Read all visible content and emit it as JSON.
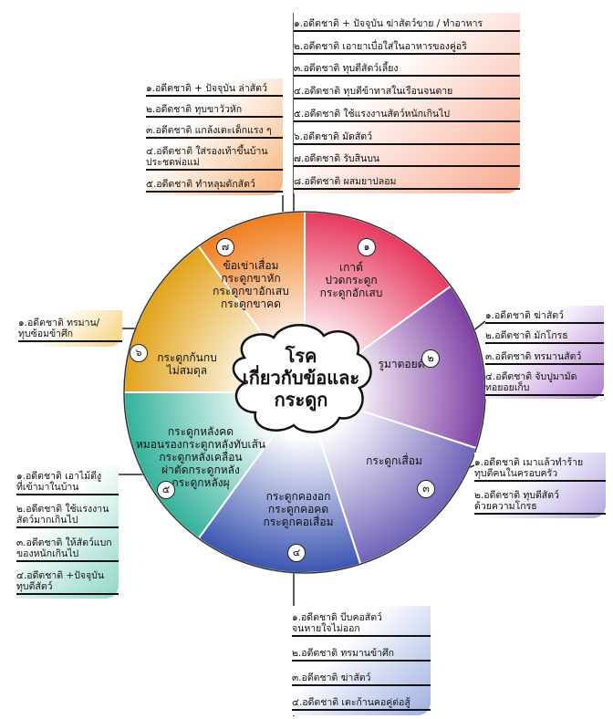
{
  "center_title": "โรค\nเกี่ยวกับข้อและ\nกระดูก",
  "sectors": [
    {
      "num": "๑",
      "text": "เกาต์\nปวดกระดูก\nกระดูกอักเสบ",
      "color": "#e6395e"
    },
    {
      "num": "๒",
      "text": "รูมาตอยด์",
      "color": "#7d3fa3"
    },
    {
      "num": "๓",
      "text": "กระดูกเสื่อม",
      "color": "#6d62b8"
    },
    {
      "num": "๔",
      "text": "กระดูกคองอก\nกระดูกคอคด\nกระดูกคอเสื่อม",
      "color": "#3b55b0"
    },
    {
      "num": "๕",
      "text": "กระดูกหลังคด\nหมอนรองกระดูกหลังทับเส้น\nกระดูกหลังเคลื่อน\nผ่าตัดกระดูกหลัง\nกระดูกหลังผุ",
      "color": "#33b29a"
    },
    {
      "num": "๖",
      "text": "กระดูกก้นกบ\nไม่สมดุล",
      "color": "#e2a21a"
    },
    {
      "num": "๗",
      "text": "ข้อเข่าเสื่อม\nกระดูกขาหัก\nกระดูกขาอักเสบ\nกระดูกขาคด",
      "color": "#ef7d1f"
    }
  ],
  "panels": {
    "p1": {
      "color": "#f7a98f",
      "items": [
        "๑.อดีตชาติ + ปัจจุบัน ฆ่าสัตว์ขาย / ทำอาหาร",
        "๒.อดีตชาติ เอายาเบื่อใส่ในอาหารของคู่อริ",
        "๓.อดีตชาติ ทุบตีสัตว์เลี้ยง",
        "๔.อดีตชาติ ทุบตีข้าทาสในเรือนจนตาย",
        "๕.อดีตชาติ ใช้แรงงานสัตว์หนักเกินไป",
        "๖.อดีตชาติ มัดสัตว์",
        "๗.อดีตชาติ รับสินบน",
        "๘.อดีตชาติ ผสมยาปลอม"
      ]
    },
    "p7": {
      "color": "#f7b27a",
      "items": [
        "๑.อดีตชาติ + ปัจจุบัน ล่าสัตว์",
        "๒.อดีตชาติ ทุบขาวัวหัก",
        "๓.อดีตชาติ แกล้งเตะเด็กแรง ๆ",
        "๔.อดีตชาติ ใส่รองเท้าขึ้นบ้าน\nประชดพ่อแม่",
        "๕.อดีตชาติ ทำหลุมดักสัตว์"
      ]
    },
    "p6": {
      "color": "#f6cf78",
      "items": [
        "๑.อดีตชาติ ทรมาน/\nทุบซ้อมข้าศึก"
      ]
    },
    "p2": {
      "color": "#b07dd1",
      "items": [
        "๑.อดีตชาติ ฆ่าสัตว์",
        "๒.อดีตชาติ มักโกรธ",
        "๓.อดีตชาติ ทรมานสัตว์",
        "๔.อดีตชาติ จับปูมามัด\nทอยอยเก็บ"
      ]
    },
    "p3": {
      "color": "#b5a6e0",
      "items": [
        "๑.อดีตชาติ เมาแล้วทำร้าย\nทุบตีคนในครอบครัว",
        "๒.อดีตชาติ ทุบตีสัตว์\nด้วยความโกรธ"
      ]
    },
    "p5": {
      "color": "#8fd7c7",
      "items": [
        "๑.อดีตชาติ เอาไม้ตีงู\nที่เข้ามาในบ้าน",
        "๒.อดีตชาติ ใช้แรงงาน\nสัตว์มากเกินไป",
        "๓.อดีตชาติ ให้สัตว์แบก\nของหนักเกินไป",
        "๔.อดีตชาติ +ปัจจุบัน\nทุบตีสัตว์"
      ]
    },
    "p4": {
      "color": "#9db0e3",
      "items": [
        "๑.อดีตชาติ บีบคอสัตว์\nจนหายใจไม่ออก",
        "๒.อดีตชาติ ทรมานข้าศึก",
        "๓.อดีตชาติ ฆ่าสัตว์",
        "๔.อดีตชาติ เตะก้านคอคู่ต่อสู้"
      ]
    }
  }
}
